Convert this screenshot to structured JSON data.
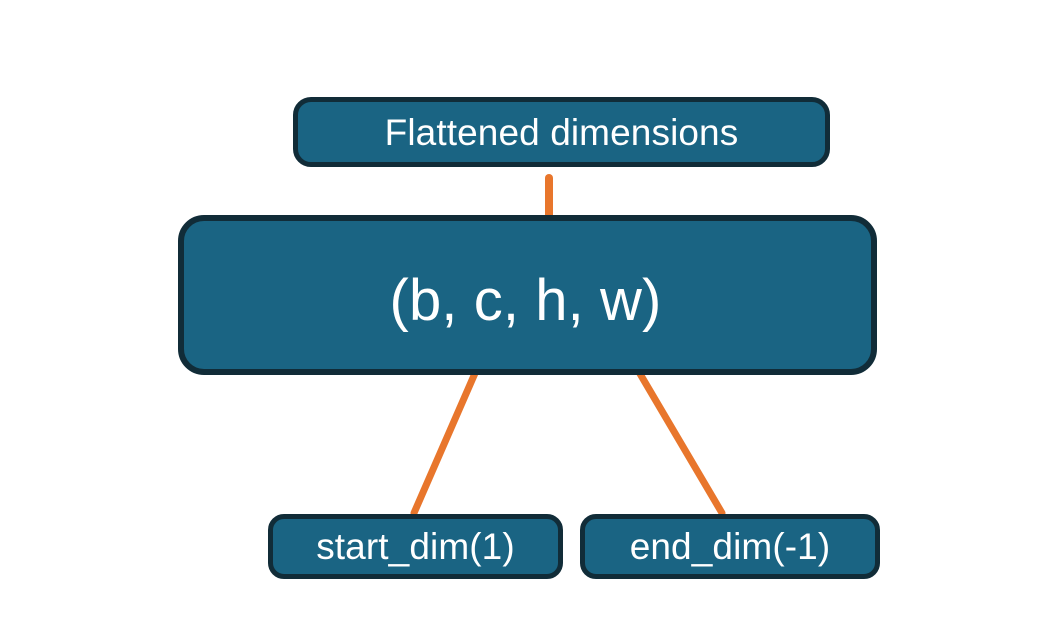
{
  "diagram": {
    "title": "Flatten operation dimension range",
    "background_color": "#ffffff",
    "node_fill_color": "#1a6483",
    "node_border_color": "#112c38",
    "node_text_color": "#ffffff",
    "connector_color": "#e8762c",
    "nodes": {
      "flattened": {
        "label": "Flattened dimensions"
      },
      "shape": {
        "label": "(b, c, h, w)"
      },
      "start_dim": {
        "label": "start_dim(1)"
      },
      "end_dim": {
        "label": "end_dim(-1)"
      }
    },
    "connectors": {
      "brace": {
        "name": "curly-brace",
        "points_to": "Flattened dimensions",
        "spans": "c, h, w"
      },
      "start_arrow": {
        "name": "start-dim-arrow",
        "from": "start_dim(1)",
        "to": "c"
      },
      "end_arrow": {
        "name": "end-dim-arrow",
        "from": "end_dim(-1)",
        "to": "w"
      }
    }
  }
}
